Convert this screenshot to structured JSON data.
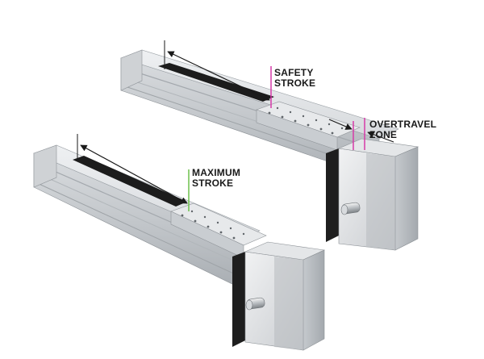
{
  "labels": {
    "safety_stroke": [
      "SAFETY",
      "STROKE"
    ],
    "maximum_stroke": [
      "MAXIMUM",
      "STROKE"
    ],
    "overtravel_zone": [
      "OVERTRAVEL",
      "ZONE"
    ]
  },
  "colors": {
    "safety_marker": "#d63aa8",
    "maximum_marker": "#6cc04a",
    "overtravel_marker": "#d63aa8",
    "belt": "#1c1c1c",
    "aluminum_light": "#e6e8ea",
    "aluminum_mid": "#c7cacd",
    "aluminum_dark": "#9ea3a7"
  }
}
